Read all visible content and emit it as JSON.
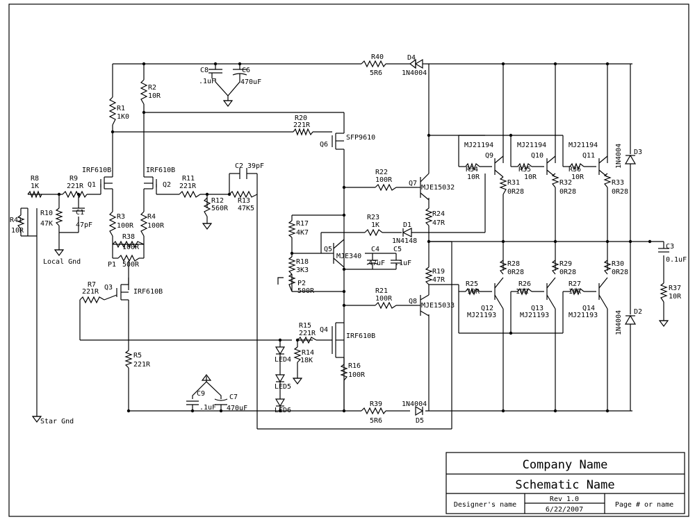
{
  "title_block": {
    "company": "Company Name",
    "schematic": "Schematic Name",
    "designer": "Designer's name",
    "rev": "Rev 1.0",
    "date": "6/22/2007",
    "page": "Page # or name"
  },
  "labels": {
    "r40": "R40",
    "r40v": "5R6",
    "d4": "D4",
    "d4v": "1N4004",
    "c8": "C8",
    "c8v": ".1uF",
    "c6": "C6",
    "c6v": "470uF",
    "r2": "R2",
    "r2v": "10R",
    "r1": "R1",
    "r1v": "1K0",
    "r20": "R20",
    "r20v": "221R",
    "q6": "Q6",
    "q6v": "SFP9610",
    "q1v": "IRF610B",
    "q1": "Q1",
    "q2v": "IRF610B",
    "q2": "Q2",
    "r8": "R8",
    "r8v": "1K",
    "r9": "R9",
    "r9v": "221R",
    "r11": "R11",
    "r11v": "221R",
    "r12": "R12",
    "r12v": "560R",
    "c2": "C2",
    "c2v": "39pF",
    "r13": "R13",
    "r13v": "47K5",
    "r10": "R10",
    "r10v": "47K",
    "c1": "C1",
    "c1v": "47pF",
    "r41": "R41",
    "r41v": "10R",
    "localgnd": "Local Gnd",
    "r3": "R3",
    "r3v": "100R",
    "r4": "R4",
    "r4v": "100R",
    "r38": "R38",
    "r38v": "100R",
    "p1": "P1",
    "p1v": "500R",
    "r7": "R7",
    "r7v": "221R",
    "q3": "Q3",
    "q3v": "IRF610B",
    "r5": "R5",
    "r5v": "221R",
    "stargnd": "Star Gnd",
    "r22": "R22",
    "r22v": "100R",
    "q7": "Q7",
    "q7v": "MJE15032",
    "r17": "R17",
    "r17v": "4K7",
    "r23": "R23",
    "r23v": "1K",
    "d1": "D1",
    "d1v": "1N4148",
    "q5": "Q5",
    "q5v": "MJE340",
    "c4": "C4",
    "c4v": "47uF",
    "c5": "C5",
    "c5v": ".1uF",
    "r18": "R18",
    "r18v": "3K3",
    "p2": "P2",
    "p2v": "500R",
    "r24": "R24",
    "r24v": "47R",
    "r19": "R19",
    "r19v": "47R",
    "r21": "R21",
    "r21v": "100R",
    "q8": "Q8",
    "q8v": "MJE15033",
    "r15": "R15",
    "r15v": "221R",
    "q4": "Q4",
    "q4v": "IRF610B",
    "r14": "R14",
    "r14v": "18K",
    "led4": "LED4",
    "led5": "LED5",
    "led6": "LED6",
    "r16": "R16",
    "r16v": "100R",
    "c9": "C9",
    "c9v": ".1uF",
    "c7": "C7",
    "c7v": "470uF",
    "r39": "R39",
    "r39v": "5R6",
    "d5": "D5",
    "d5v": "1N4004",
    "q9v": "MJ21194",
    "q9": "Q9",
    "q10v": "MJ21194",
    "q10": "Q10",
    "q11v": "MJ21194",
    "q11": "Q11",
    "r34": "R34",
    "r34v": "10R",
    "r35": "R35",
    "r35v": "10R",
    "r36": "R36",
    "r36v": "10R",
    "r31": "R31",
    "r31v": "0R28",
    "r32": "R32",
    "r32v": "0R28",
    "r33": "R33",
    "r33v": "0R28",
    "d3": "D3",
    "d3v": "1N4004",
    "d2": "D2",
    "d2v": "1N4004",
    "c3": "C3",
    "c3v": "0.1uF",
    "r37": "R37",
    "r37v": "10R",
    "r28": "R28",
    "r28v": "0R28",
    "r29": "R29",
    "r29v": "0R28",
    "r30": "R30",
    "r30v": "0R28",
    "r25": "R25",
    "r25v": "10R",
    "r26": "R26",
    "r26v": "10R",
    "r27": "R27",
    "r27v": "10R",
    "q12": "Q12",
    "q12v": "MJ21193",
    "q13": "Q13",
    "q13v": "MJ21193",
    "q14": "Q14",
    "q14v": "MJ21193"
  }
}
